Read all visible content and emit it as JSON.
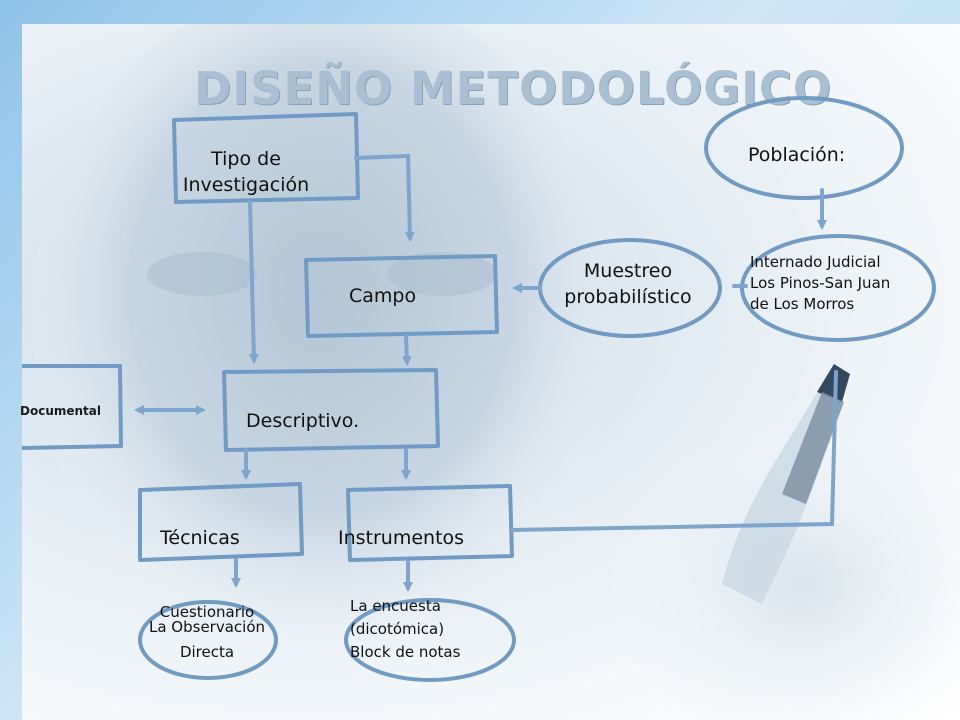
{
  "title": "DISEÑO METODOLÓGICO",
  "nodes": {
    "tipo_investigacion": [
      "Tipo de",
      "Investigación"
    ],
    "campo": "Campo",
    "descriptivo": "Descriptivo.",
    "documental": "Documental",
    "tecnicas": "Técnicas",
    "instrumentos": "Instrumentos",
    "poblacion": "Población:",
    "muestreo": [
      "Muestreo",
      "probabilístico"
    ],
    "internado": [
      "Internado Judicial",
      "Los Pinos-San Juan",
      "de Los Morros"
    ],
    "tecnicas_items": [
      "Cuestionario",
      "La Observación",
      "Directa"
    ],
    "instrumentos_items": [
      "La encuesta",
      "(dicotómica)",
      "Block de notas"
    ]
  },
  "colors": {
    "frame": "#6f9bc4",
    "line": "#7ea6cc",
    "title": "#a9bfd3",
    "text": "#111111"
  }
}
